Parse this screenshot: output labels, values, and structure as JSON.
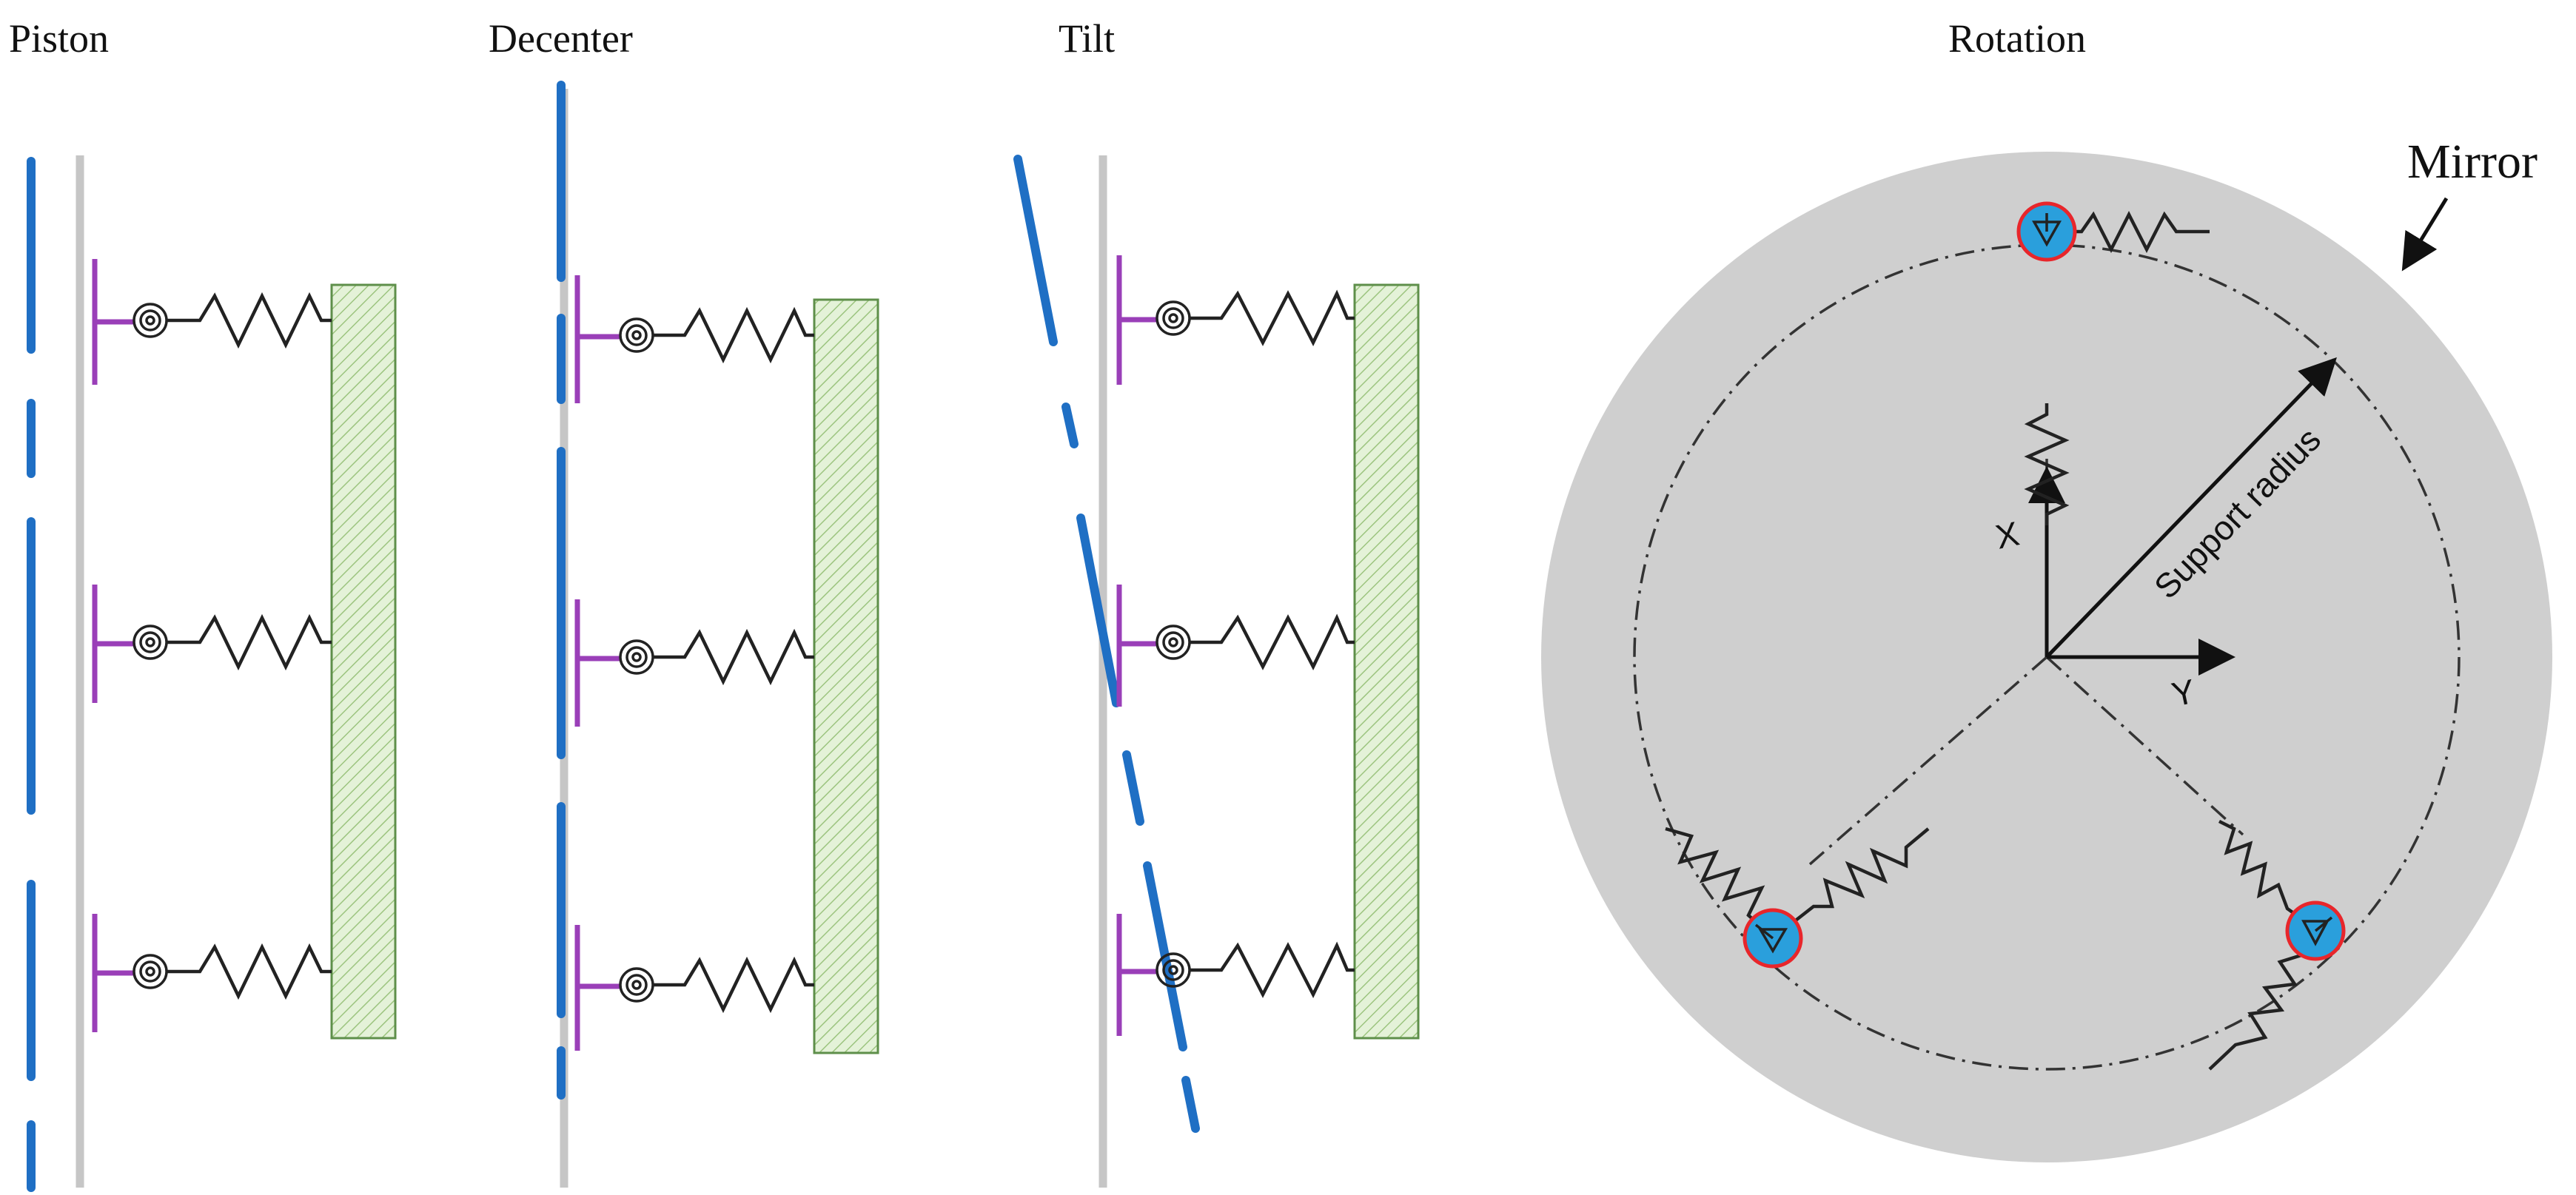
{
  "panels": {
    "piston": {
      "title": "Piston"
    },
    "decenter": {
      "title": "Decenter"
    },
    "tilt": {
      "title": "Tilt"
    },
    "rotation": {
      "title": "Rotation",
      "mirror_label": "Mirror",
      "radius_label": "Support radius",
      "axis_x": "X",
      "axis_y": "Y"
    }
  },
  "colors": {
    "reference_line": "#c6c6c6",
    "displaced_mirror": "#1f6fc4",
    "mount_pad": "#9a3fb8",
    "base_plate": "#e4f2d8",
    "mirror_disk": "#cfcfcf",
    "support_point": "#2a9fdc",
    "support_ring": "#e8262b"
  }
}
